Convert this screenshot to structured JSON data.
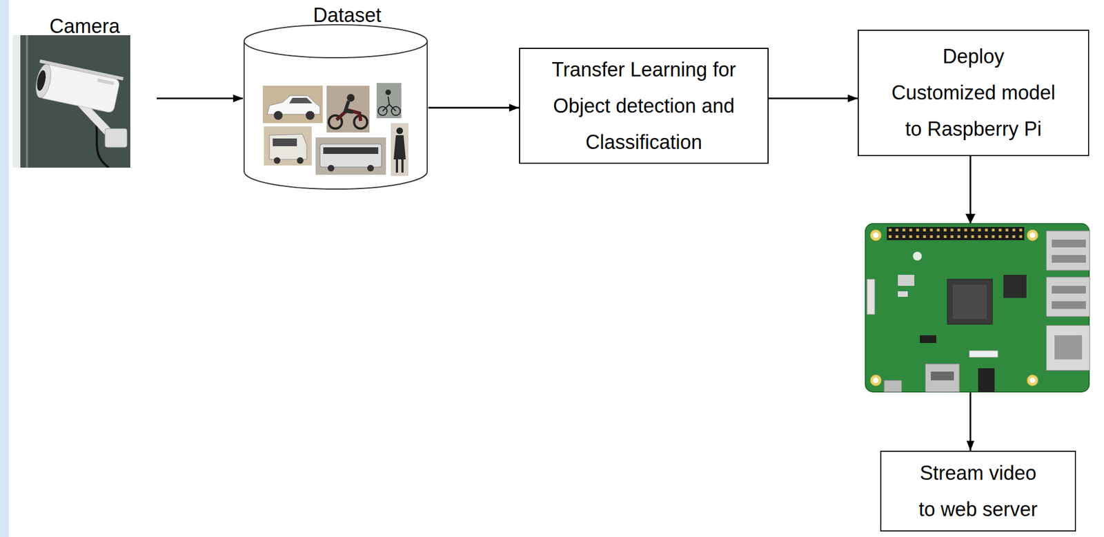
{
  "diagram": {
    "nodes": [
      {
        "text": [
          "Camera"
        ]
      },
      {
        "text": [
          "Dataset"
        ]
      },
      {
        "text": [
          "Transfer Learning for Object detection and Classification"
        ]
      },
      {
        "text": [
          "Deploy Customized model to Raspberry Pi"
        ]
      },
      {
        "text": [
          "Stream video to web server"
        ]
      }
    ],
    "edges": [
      {
        "from": 0,
        "to": 1,
        "arrow": "to"
      },
      {
        "from": 1,
        "to": 2,
        "arrow": "to"
      },
      {
        "from": 2,
        "to": 3,
        "arrow": "to"
      },
      {
        "from": 3,
        "to": 4,
        "arrow": "to"
      }
    ]
  }
}
